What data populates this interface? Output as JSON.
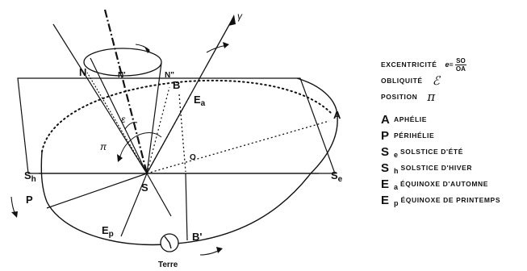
{
  "points": {
    "N": "N",
    "N_prime": "N'",
    "N_double": "N\"",
    "B": "B",
    "Ea": "E",
    "Ea_sub": "a",
    "A": "A",
    "O": "O",
    "Sh": "S",
    "Sh_sub": "h",
    "S": "S",
    "Se": "S",
    "Se_sub": "e",
    "P": "P",
    "Ep": "E",
    "Ep_sub": "p",
    "B_prime": "B'",
    "terre": "Terre",
    "gamma": "γ",
    "epsilon": "ε",
    "pi": "π"
  },
  "legend": {
    "excentricite": "EXCENTRICITÉ",
    "e_symbol": "e",
    "frac_num": "SO",
    "frac_den": "OA",
    "obliquite": "OBLIQUITÉ",
    "obliquite_symbol": "ℰ",
    "position": "POSITION",
    "position_symbol": "π",
    "entries": [
      {
        "sym": "A",
        "sub": "",
        "text": "APHÉLIE"
      },
      {
        "sym": "P",
        "sub": "",
        "text": "PÉRIHÉLIE"
      },
      {
        "sym": "S",
        "sub": "e",
        "text": "SOLSTICE D'ÉTÉ"
      },
      {
        "sym": "S",
        "sub": "h",
        "text": "SOLSTICE D'HIVER"
      },
      {
        "sym": "E",
        "sub": "a",
        "text": "ÉQUINOXE D'AUTOMNE"
      },
      {
        "sym": "E",
        "sub": "p",
        "text": "ÉQUINOXE DE PRINTEMPS"
      }
    ]
  }
}
